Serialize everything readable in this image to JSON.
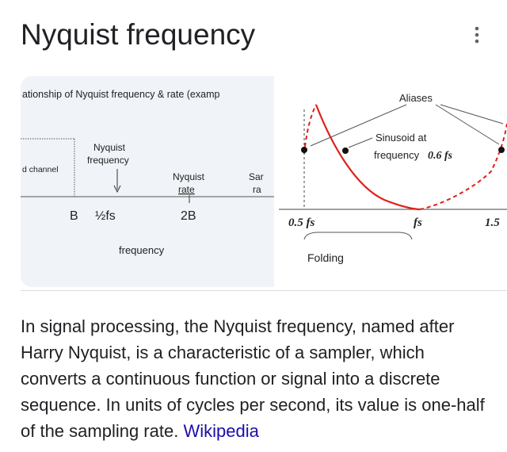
{
  "page": {
    "title": "Nyquist frequency",
    "more_icon": "more-vertical-icon"
  },
  "image1": {
    "caption": "ationship of Nyquist frequency & rate (examp",
    "channel_label": "d channel",
    "nyquist_freq_label_1": "Nyquist",
    "nyquist_freq_label_2": "frequency",
    "nyquist_rate_label_1": "Nyquist",
    "nyquist_rate_label_2": "rate",
    "sampling_label_1": "Sar",
    "sampling_label_2": "ra",
    "tick_b": "B",
    "tick_half_fs": "½fs",
    "tick_2b": "2B",
    "axis_label": "frequency"
  },
  "image2": {
    "aliases_label": "Aliases",
    "sinusoid_label_1": "Sinusoid at",
    "sinusoid_label_2": "frequency",
    "sinusoid_value": "0.6 fs",
    "tick_half_fs": "0.5 fs",
    "tick_fs": "fs",
    "tick_1_5": "1.5",
    "folding_label": "Folding",
    "curve_color": "#e0201b"
  },
  "description": {
    "text": "In signal processing, the Nyquist frequency, named after Harry Nyquist, is a characteristic of a sampler, which converts a continuous function or signal into a discrete sequence. In units of cycles per second, its value is one-half of the sampling rate.",
    "source_link": "Wikipedia"
  }
}
